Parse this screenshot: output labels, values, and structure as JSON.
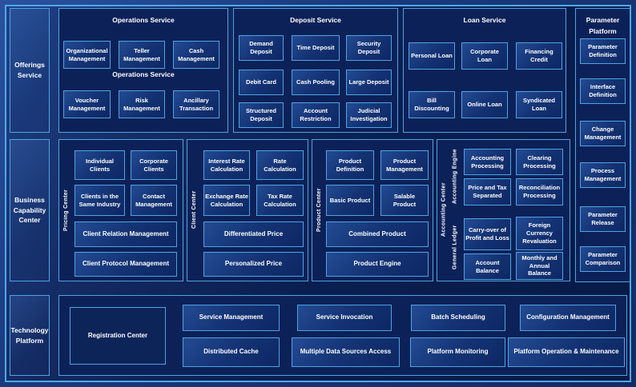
{
  "colors": {
    "accent_border": "#4fa8e8",
    "panel_bg": "#0c2158",
    "box_gradient_light": "#234b94",
    "box_gradient_dark": "#0d2763",
    "page_bg_dark": "#0a1e50",
    "text": "#ffffff"
  },
  "left_labels": {
    "offerings": "Offerings Service",
    "business": "Business Capability Center",
    "technology": "Technology Platform"
  },
  "operations": {
    "title": "Operations Service",
    "subtitle": "Operations Service",
    "boxes": [
      "Organizational Management",
      "Teller Management",
      "Cash Management",
      "Voucher Management",
      "Risk Management",
      "Ancillary Transaction"
    ]
  },
  "deposit": {
    "title": "Deposit Service",
    "boxes": [
      "Demand Deposit",
      "Time Deposit",
      "Security Deposit",
      "Debit Card",
      "Cash Pooling",
      "Large Deposit",
      "Structured Deposit",
      "Account Restriction",
      "Judicial Investigation"
    ]
  },
  "loan": {
    "title": "Loan Service",
    "boxes": [
      "Personal Loan",
      "Corporate Loan",
      "Financing Credit",
      "Bill Discounting",
      "Online Loan",
      "Syndicated Loan"
    ]
  },
  "parameter_platform": {
    "title": "Parameter Platform",
    "boxes": [
      "Parameter Definition",
      "Interface Definition",
      "Change Management",
      "Process Management",
      "Parameter Release",
      "Parameter Comparison"
    ]
  },
  "pricing_center": {
    "vlabel": "Pricing Center",
    "boxes": [
      "Individual Clients",
      "Corporate Clients",
      "Clients in the Same Industry",
      "Contact Management"
    ],
    "wide_boxes": [
      "Client Relation Management",
      "Client Protocol Management"
    ]
  },
  "client_center": {
    "vlabel": "Client Center",
    "boxes": [
      "Interest Rate Calculation",
      "Rate Calculation",
      "Exchange Rate Calculation",
      "Tax Rate Calculation"
    ],
    "wide_boxes": [
      "Differentiated Price",
      "Personalized Price"
    ]
  },
  "product_center": {
    "vlabel": "Product Center",
    "boxes": [
      "Product Definition",
      "Product Management",
      "Basic Product",
      "Salable Product"
    ],
    "wide_boxes": [
      "Combined Product",
      "Product Engine"
    ]
  },
  "accounting_center": {
    "vlabel": "Accounting Center",
    "engine": {
      "vlabel": "Accounting Engine",
      "boxes": [
        "Accounting Processing",
        "Clearing Processing",
        "Price and Tax Separated",
        "Reconciliation Processing"
      ]
    },
    "ledger": {
      "vlabel": "General Ledger",
      "boxes": [
        "Carry-over of Profit and Loss",
        "Foreign Currency Revaluation",
        "Account Balance",
        "Monthly and Annual Balance"
      ]
    }
  },
  "technology_panel": {
    "registration": "Registration Center",
    "row1": [
      "Service Management",
      "Service Invocation",
      "Batch Scheduling",
      "Configuration Management"
    ],
    "row2": [
      "Distributed Cache",
      "Multiple Data Sources Access",
      "Platform Monitoring",
      "Platform Operation & Maintenance"
    ]
  }
}
